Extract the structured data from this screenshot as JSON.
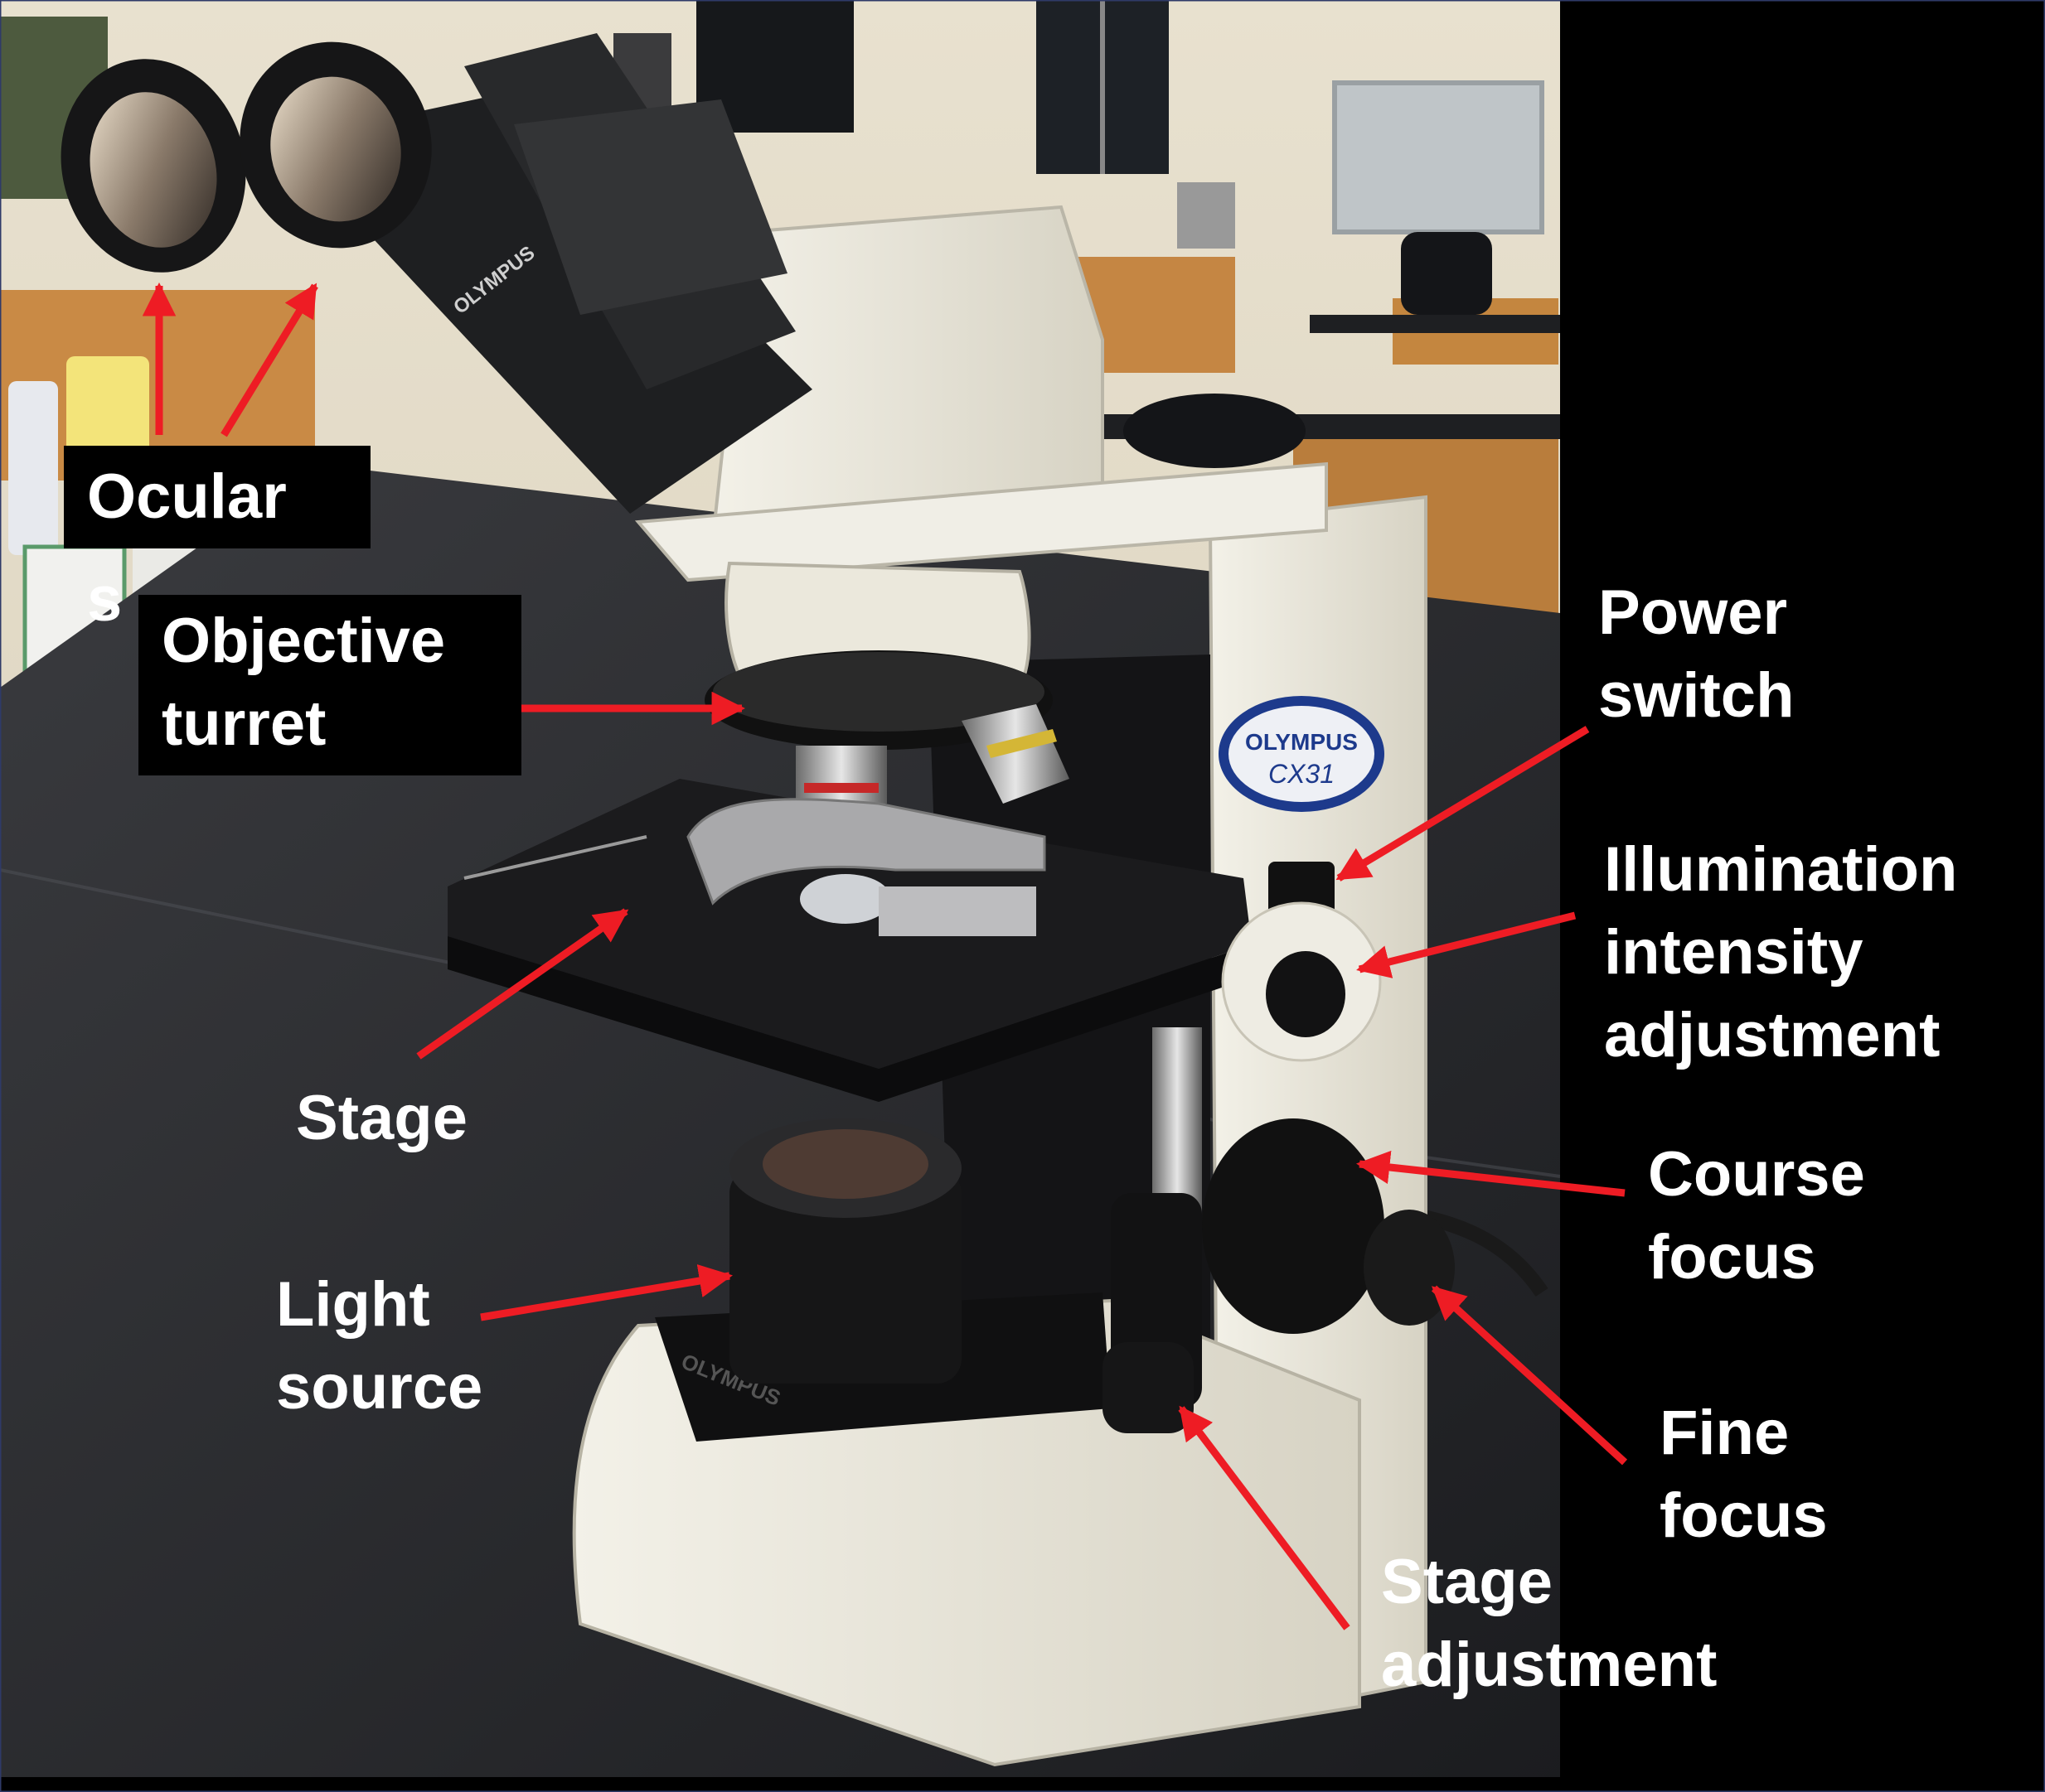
{
  "labels": {
    "oculars": "Ocular\ns",
    "objective_turret": "Objective\nturret",
    "power_switch": "Power\nswitch",
    "illumination": "Illumination\nintensity\nadjustment",
    "stage": "Stage",
    "course_focus": "Course\nfocus",
    "light_source": "Light\nsource",
    "fine_focus": "Fine\nfocus",
    "stage_adjustment": "Stage\nadjustment"
  },
  "microscope_logos": {
    "badge_brand": "OLYMPUS",
    "badge_model": "CX31",
    "base_brand": "OLYMPUS",
    "eyepiece_brand": "OLYMPUS"
  },
  "colors": {
    "arrow": "#ee1c24",
    "label_text": "#ffffff",
    "label_box": "#000000",
    "right_panel": "#000000",
    "microscope_body": "#ebe8dc",
    "desk": "#26272a"
  }
}
